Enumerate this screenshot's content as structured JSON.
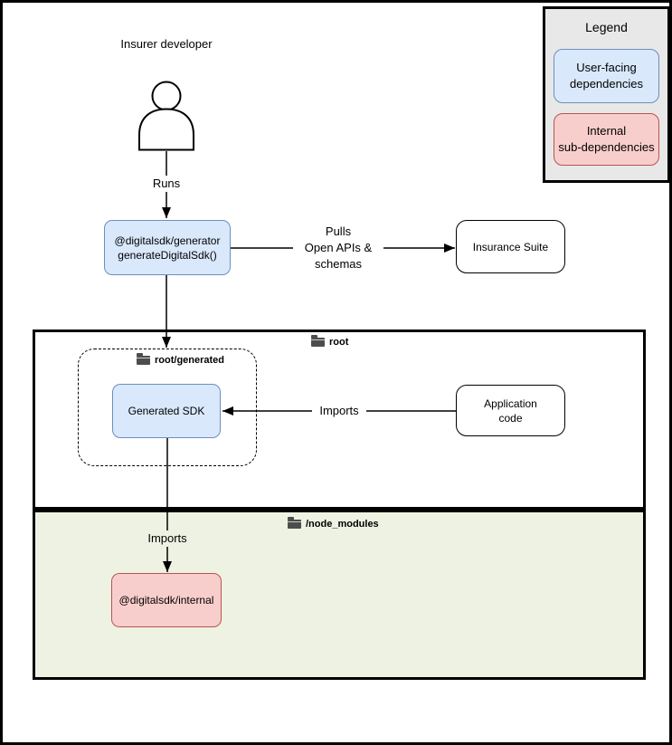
{
  "actor": {
    "label": "Insurer developer"
  },
  "nodes": {
    "generator": {
      "label": "@digitalsdk/generator\ngenerateDigitalSdk()",
      "type": "user-facing"
    },
    "insurance_suite": {
      "label": "Insurance Suite",
      "type": "plain"
    },
    "generated_sdk": {
      "label": "Generated SDK",
      "type": "user-facing"
    },
    "application_code": {
      "label": "Application\ncode",
      "type": "plain"
    },
    "internal": {
      "label": "@digitalsdk/internal",
      "type": "internal"
    }
  },
  "containers": {
    "root": {
      "label": "root",
      "icon": "folder-icon"
    },
    "generated": {
      "label": "root/generated",
      "icon": "folder-icon"
    },
    "node_modules": {
      "label": "/node_modules",
      "icon": "folder-icon"
    }
  },
  "edges": {
    "runs": {
      "label": "Runs",
      "from": "actor",
      "to": "generator"
    },
    "pulls": {
      "label": "Pulls\nOpen APIs &\nschemas",
      "from": "generator",
      "to": "insurance_suite"
    },
    "generates": {
      "from": "generator",
      "to": "generated"
    },
    "imports_app_to_sdk": {
      "label": "Imports",
      "from": "application_code",
      "to": "generated_sdk"
    },
    "imports_sdk_to_internal": {
      "label": "Imports",
      "from": "generated_sdk",
      "to": "internal"
    }
  },
  "legend": {
    "title": "Legend",
    "items": [
      {
        "label": "User-facing\ndependencies",
        "type": "user-facing"
      },
      {
        "label": "Internal\nsub-dependencies",
        "type": "internal"
      }
    ]
  },
  "colors": {
    "user_facing_fill": "#dae8fc",
    "user_facing_border": "#6c8ebf",
    "internal_fill": "#f8cecc",
    "internal_border": "#b85450",
    "node_modules_fill": "#eef2e3",
    "legend_fill": "#e8e8e8",
    "container_border": "#000000",
    "background": "#ffffff"
  }
}
